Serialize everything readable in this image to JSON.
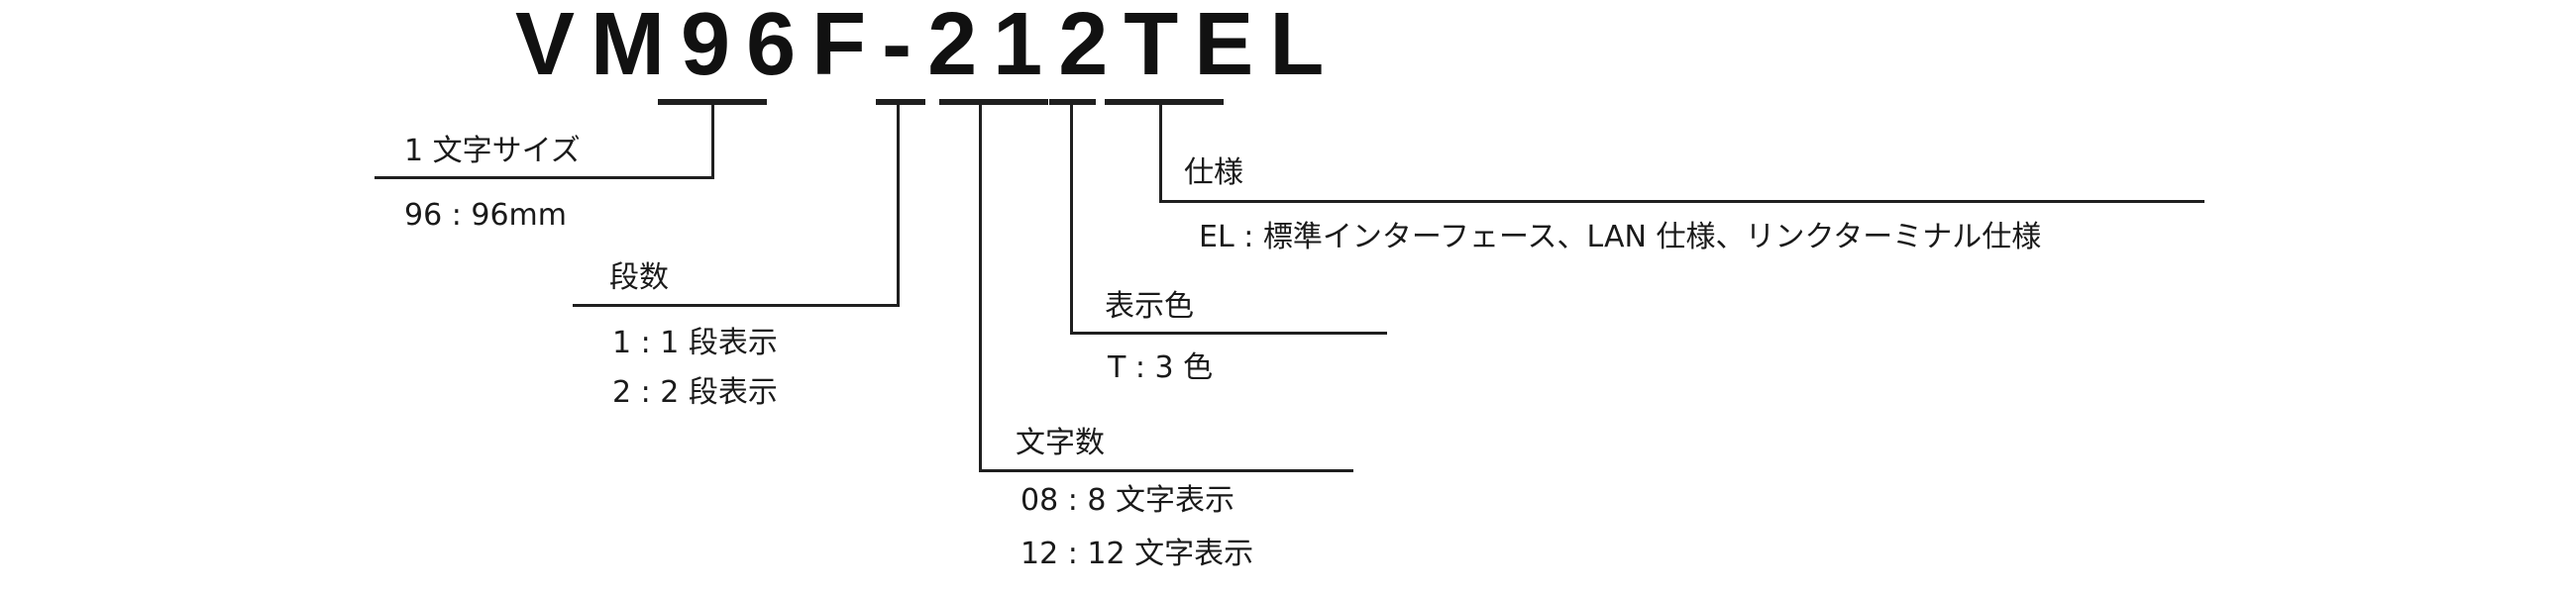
{
  "model_code": {
    "characters": [
      "V",
      "M",
      "9",
      "6",
      "F",
      "-",
      "2",
      "1",
      "2",
      "T",
      "E",
      "L"
    ]
  },
  "segments": [
    {
      "heading": "1 文字サイズ",
      "options": [
        "96 : 96mm"
      ]
    },
    {
      "heading": "段数",
      "options": [
        "1 : 1 段表示",
        "2 : 2 段表示"
      ]
    },
    {
      "heading": "文字数",
      "options": [
        "08 :  8 文字表示",
        "12 : 12 文字表示"
      ]
    },
    {
      "heading": "表示色",
      "options": [
        "T : 3 色"
      ]
    },
    {
      "heading": "仕様",
      "options": [
        "EL : 標準インターフェース、LAN 仕様、リンクターミナル仕様"
      ]
    }
  ]
}
